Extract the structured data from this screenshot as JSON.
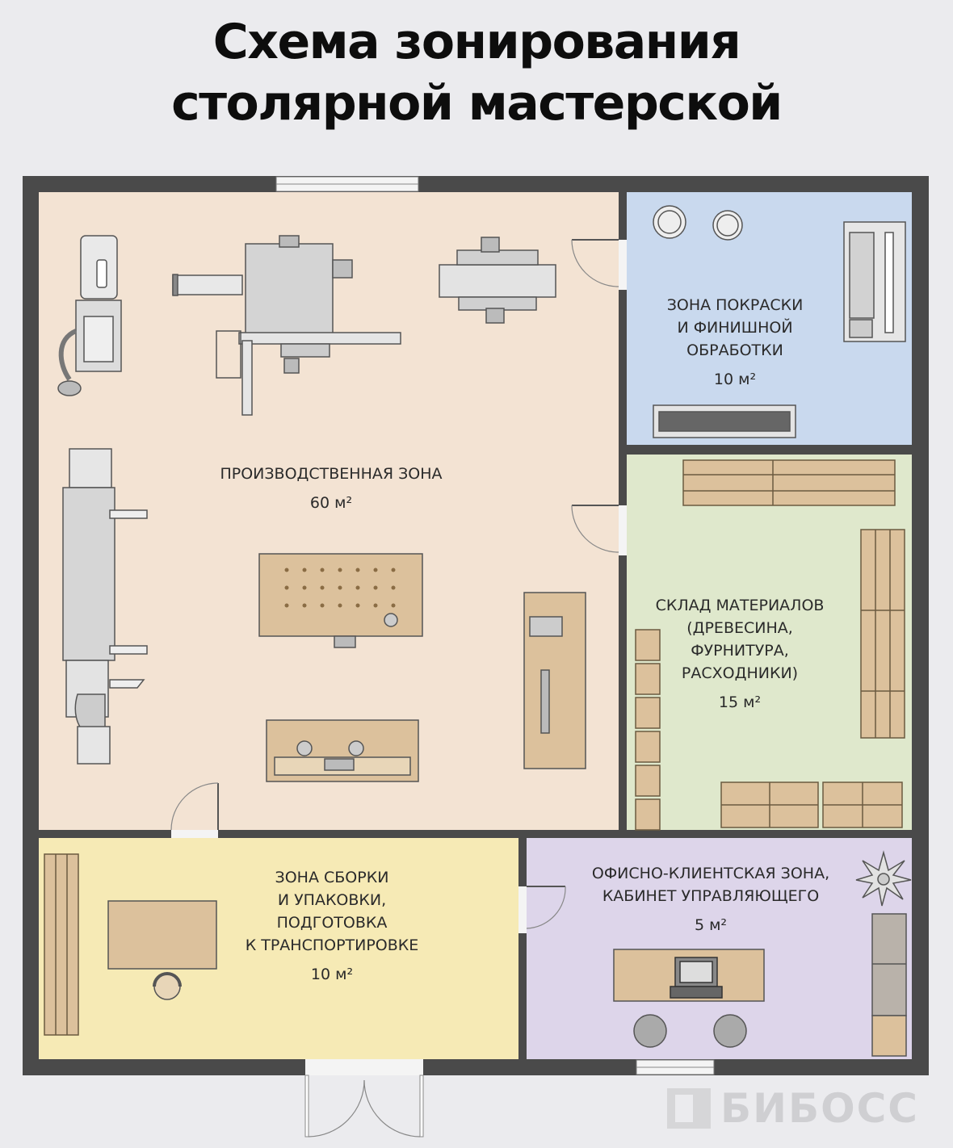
{
  "title": {
    "line1": "Схема зонирования",
    "line2": "столярной мастерской"
  },
  "zones": {
    "production": {
      "lines": [
        "ПРОИЗВОДСТВЕННАЯ ЗОНА"
      ],
      "area": "60 м²",
      "color": "#f3e3d3"
    },
    "painting": {
      "lines": [
        "ЗОНА ПОКРАСКИ",
        "И ФИНИШНОЙ",
        "ОБРАБОТКИ"
      ],
      "area": "10 м²",
      "color": "#c9d9ee"
    },
    "storage": {
      "lines": [
        "СКЛАД МАТЕРИАЛОВ",
        "(ДРЕВЕСИНА,",
        "ФУРНИТУРА,",
        "РАСХОДНИКИ)"
      ],
      "area": "15 м²",
      "color": "#dfe8cc"
    },
    "assembly": {
      "lines": [
        "ЗОНА СБОРКИ",
        "И УПАКОВКИ,",
        "ПОДГОТОВКА",
        "К ТРАНСПОРТИРОВКЕ"
      ],
      "area": "10 м²",
      "color": "#f6eab5"
    },
    "office": {
      "lines": [
        "ОФИСНО-КЛИЕНТСКАЯ ЗОНА,",
        "КАБИНЕТ УПРАВЛЯЮЩЕГО"
      ],
      "area": "5 м²",
      "color": "#ddd5ea"
    }
  },
  "colors": {
    "wall": "#4a4a4a",
    "wood": "#dcc19c",
    "machine": "#d8d8d8"
  },
  "logo": {
    "text": "БИБОСС"
  }
}
